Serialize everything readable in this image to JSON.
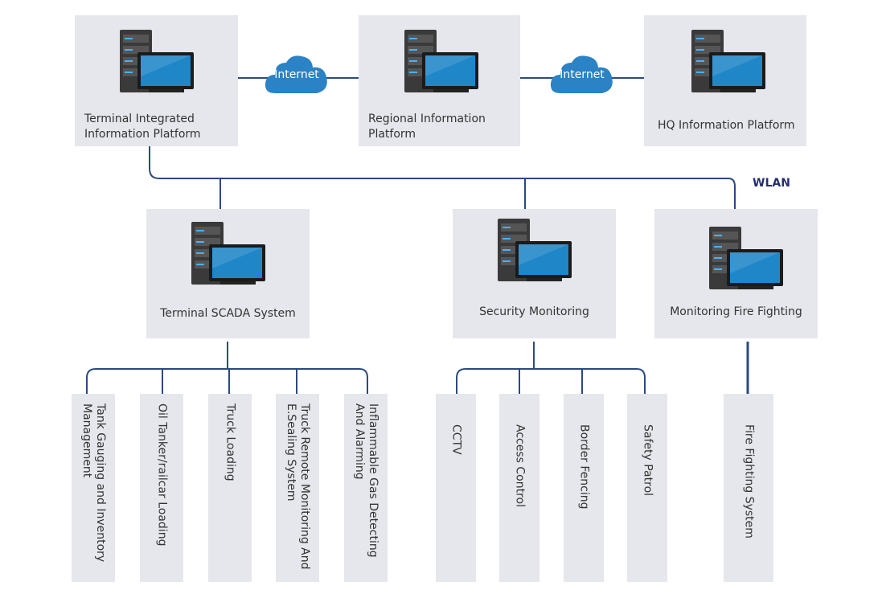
{
  "colors": {
    "box": "#e6e7ec",
    "wire": "#2c4a7e",
    "cloud": "#2b82c4",
    "screen": "#1f86c8",
    "tower": "#3a3a3a"
  },
  "top": {
    "terminal_label": "Terminal Integrated\nInformation Platform",
    "regional_label": "Regional Information\nPlatform",
    "hq_label": "HQ Information Platform",
    "internet_1": "Internet",
    "internet_2": "Internet"
  },
  "wlan": "WLAN",
  "middle": {
    "scada_label": "Terminal SCADA System",
    "security_label": "Security Monitoring",
    "fire_label": "Monitoring Fire Fighting"
  },
  "scada_items": [
    "Tank Gauging and Inventory Management",
    "Oil Tanker/railcar Loading",
    "Truck Loading",
    "Truck Remote Monitoring And E.Sealing System",
    "Inflammable Gas Detecting And Alarming"
  ],
  "security_items": [
    "CCTV",
    "Access Control",
    "Border Fencing",
    "Safety Patrol"
  ],
  "fire_items": [
    "Fire Fighting System"
  ],
  "icons": {
    "server": "server-monitor-icon",
    "cloud": "cloud-icon"
  }
}
